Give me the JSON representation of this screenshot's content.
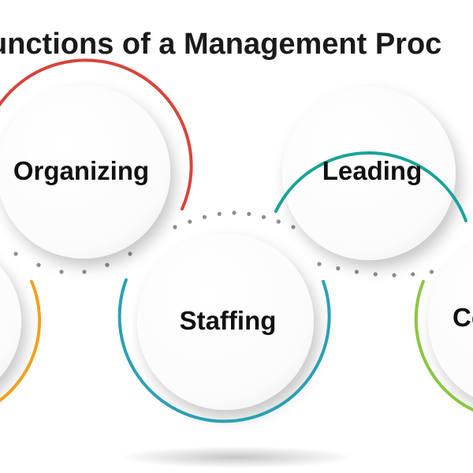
{
  "title": "unctions of a Management Proc",
  "nodes": [
    {
      "id": "organizing",
      "label": "Organizing",
      "color": "#d9443a"
    },
    {
      "id": "leading",
      "label": "Leading",
      "color": "#17a39a"
    },
    {
      "id": "staffing",
      "label": "Staffing",
      "color": "#2aa0b4"
    },
    {
      "id": "controlling",
      "label": "Co",
      "color": "#8cc63f"
    },
    {
      "id": "planning",
      "label": "",
      "color": "#f0a21c"
    }
  ]
}
